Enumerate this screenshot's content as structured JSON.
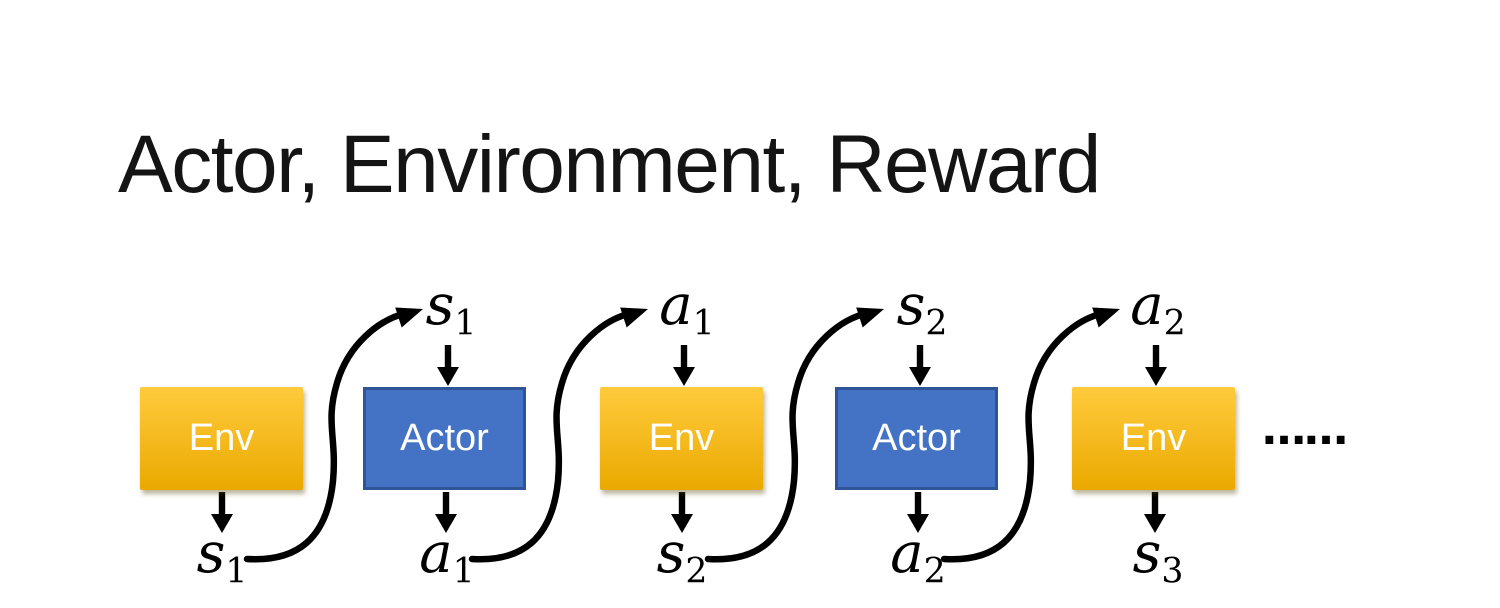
{
  "title": "Actor, Environment, Reward",
  "diagram": {
    "boxes": [
      {
        "label": "Env",
        "type": "env"
      },
      {
        "label": "Actor",
        "type": "actor"
      },
      {
        "label": "Env",
        "type": "env"
      },
      {
        "label": "Actor",
        "type": "actor"
      },
      {
        "label": "Env",
        "type": "env"
      }
    ],
    "top_labels": [
      {
        "base": "s",
        "sub": "1"
      },
      {
        "base": "a",
        "sub": "1"
      },
      {
        "base": "s",
        "sub": "2"
      },
      {
        "base": "a",
        "sub": "2"
      }
    ],
    "bottom_labels": [
      {
        "base": "s",
        "sub": "1"
      },
      {
        "base": "a",
        "sub": "1"
      },
      {
        "base": "s",
        "sub": "2"
      },
      {
        "base": "a",
        "sub": "2"
      },
      {
        "base": "s",
        "sub": "3"
      }
    ],
    "ellipsis": "……",
    "colors": {
      "env_top": "#FFCB3D",
      "env_bottom": "#EAA900",
      "actor_fill": "#4472C4",
      "actor_border": "#2F5597",
      "arrow": "#000000",
      "box_text": "#FFFFFF",
      "title_text": "#141414"
    }
  }
}
